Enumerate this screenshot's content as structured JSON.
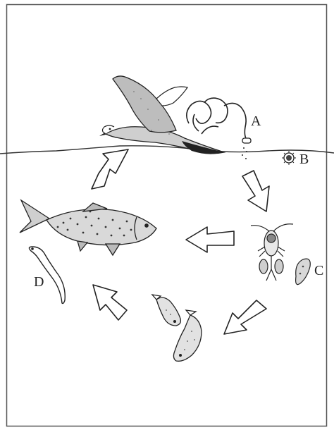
{
  "diagram": {
    "labels": {
      "a": "A",
      "b": "B",
      "c": "C",
      "d": "D"
    },
    "nodes": [
      {
        "id": "seagull",
        "label": "A",
        "icon": "seagull-with-tapeworm"
      },
      {
        "id": "egg",
        "label": "B",
        "icon": "parasite-egg"
      },
      {
        "id": "copepod",
        "label": "C",
        "icon": "copepod-and-larva"
      },
      {
        "id": "small-fish",
        "label": "",
        "icon": "small-fish"
      },
      {
        "id": "trout",
        "label": "D",
        "icon": "trout-and-worm"
      }
    ],
    "cycle": [
      "seagull",
      "egg",
      "copepod",
      "small-fish",
      "trout",
      "seagull"
    ]
  }
}
